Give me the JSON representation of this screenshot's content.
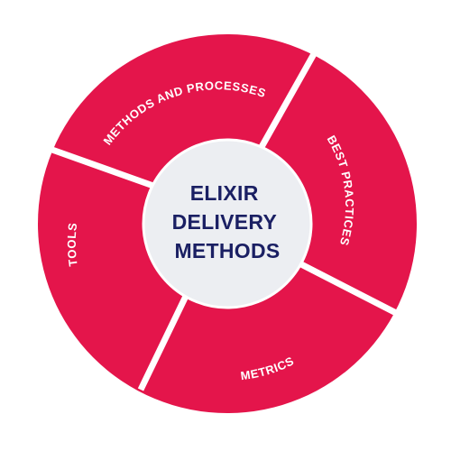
{
  "diagram": {
    "center_lines": [
      "ELIXIR",
      "DELIVERY",
      "METHODS"
    ],
    "segments": [
      {
        "label": "METHODS AND PROCESSES"
      },
      {
        "label": "BEST PRACTICES"
      },
      {
        "label": "METRICS"
      },
      {
        "label": "TOOLS"
      }
    ]
  },
  "colors": {
    "segment_fill": "#e4154b",
    "divider": "#ffffff",
    "center_fill": "#eceef2",
    "center_text": "#1a1f63",
    "segment_text": "#ffffff"
  }
}
